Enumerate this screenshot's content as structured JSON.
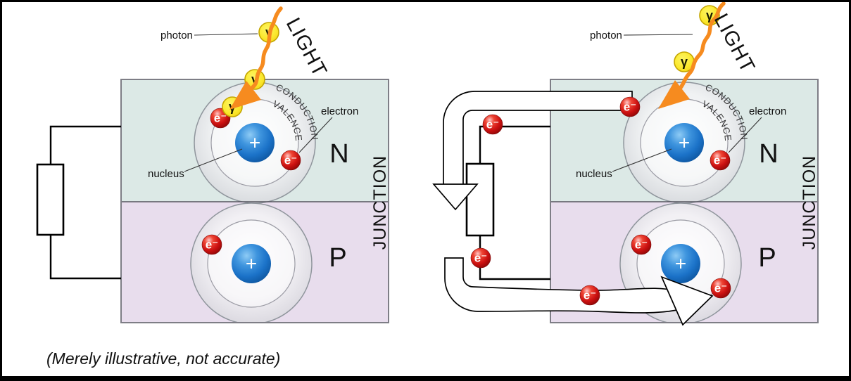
{
  "caption": "(Merely illustrative, not accurate)",
  "labels": {
    "photon": "photon",
    "electron": "electron",
    "nucleus": "nucleus",
    "light": "LIGHT",
    "conduction": "CONDUCTION",
    "valence": "VALENCE",
    "junction": "JUNCTION",
    "n_region": "N",
    "p_region": "P",
    "electron_symbol": "e⁻",
    "photon_symbol": "γ",
    "nucleus_symbol": "+"
  },
  "colors": {
    "n_region_fill": "#dce9e6",
    "p_region_fill": "#e8dded",
    "region_border": "#7e7e86",
    "junction_line": "#55555e",
    "nucleus_blue": "#1b72c8",
    "electron_red": "#c01313",
    "photon_yellow": "#fbe92e",
    "photon_border": "#c3a500",
    "light_orange": "#f68b1f",
    "wire_black": "#000000",
    "flow_arrow_fill": "#ffffff",
    "frame_black": "#000000"
  }
}
